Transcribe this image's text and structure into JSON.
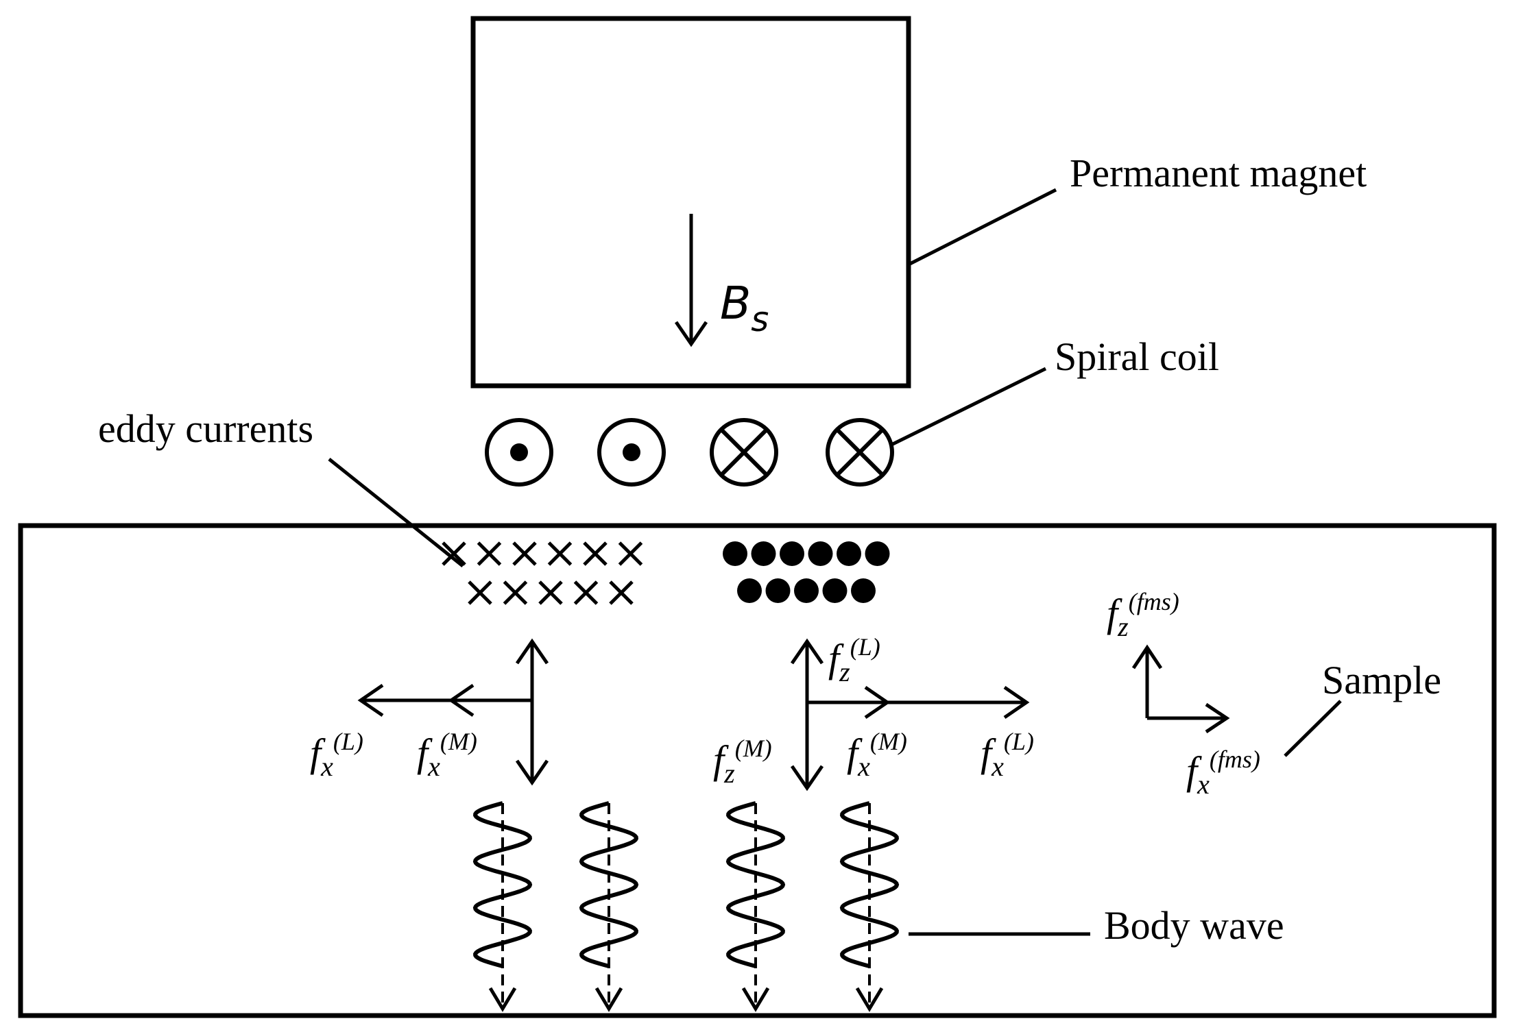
{
  "labels": {
    "permanent_magnet": "Permanent magnet",
    "spiral_coil": "Spiral coil",
    "eddy_currents": "eddy currents",
    "sample": "Sample",
    "body_wave": "Body wave",
    "field_symbol": "B",
    "field_subscript": "s"
  },
  "forces": {
    "fx_L": {
      "main": "f",
      "sub": "x",
      "sup": "(L)"
    },
    "fx_M": {
      "main": "f",
      "sub": "x",
      "sup": "(M)"
    },
    "fz_L": {
      "main": "f",
      "sub": "z",
      "sup": "(L)"
    },
    "fz_M": {
      "main": "f",
      "sub": "z",
      "sup": "(M)"
    },
    "fz_fms": {
      "main": "f",
      "sub": "z",
      "sup": "(fms)"
    },
    "fx_fms": {
      "main": "f",
      "sub": "x",
      "sup": "(fms)"
    }
  },
  "coil": {
    "conductors": [
      "out-of-page",
      "out-of-page",
      "into-page",
      "into-page"
    ]
  },
  "eddy": {
    "into_page_rows": [
      6,
      5
    ],
    "out_of_page_rows": [
      6,
      5
    ]
  },
  "body_waves": {
    "count": 4
  },
  "colors": {
    "stroke": "#000000",
    "background": "#ffffff"
  }
}
